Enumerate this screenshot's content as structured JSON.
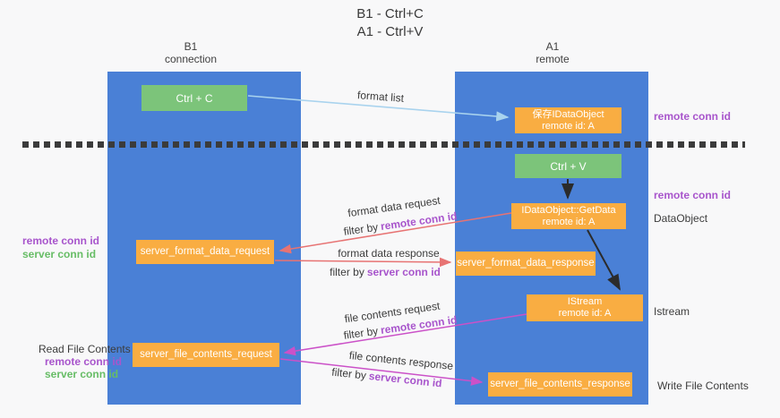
{
  "title": {
    "line1": "B1 - Ctrl+C",
    "line2": "A1 - Ctrl+V"
  },
  "lanes": {
    "left": {
      "name": "B1",
      "role": "connection"
    },
    "right": {
      "name": "A1",
      "role": "remote"
    }
  },
  "nodes": {
    "ctrl_c": {
      "label": "Ctrl + C"
    },
    "ctrl_v": {
      "label": "Ctrl + V"
    },
    "save_dataobject": {
      "line1": "保存IDataObject",
      "line2": "remote id: A"
    },
    "getdata": {
      "line1": "IDataObject::GetData",
      "line2": "remote id: A"
    },
    "istream": {
      "line1": "IStream",
      "line2": "remote id: A"
    },
    "server_format_data_request": {
      "label": "server_format_data_request"
    },
    "server_format_data_response": {
      "label": "server_format_data_response"
    },
    "server_file_contents_request": {
      "label": "server_file_contents_request"
    },
    "server_file_contents_response": {
      "label": "server_file_contents_response"
    }
  },
  "edge_labels": {
    "format_list": "format list",
    "format_data_request": "format data request",
    "format_data_request_filter": {
      "prefix": "filter by",
      "term": "remote conn id"
    },
    "format_data_response": "format data response",
    "format_data_response_filter": {
      "prefix": "filter by",
      "term": "server conn id"
    },
    "file_contents_request": "file contents request",
    "file_contents_request_filter": {
      "prefix": "filter by",
      "term": "remote conn id"
    },
    "file_contents_response": "file contents response",
    "file_contents_response_filter": {
      "prefix": "filter by",
      "term": "server conn id"
    }
  },
  "side_labels": {
    "right_remote_conn_top": "remote conn id",
    "right_remote_conn_mid": "remote conn id",
    "dataobject": "DataObject",
    "istream": "Istream",
    "write_file_contents": "Write File Contents",
    "left_remote_conn_top": "remote conn id",
    "left_server_conn_top": "server conn id",
    "read_file_contents": "Read File Contents",
    "left_remote_conn_bottom": "remote conn id",
    "left_server_conn_bottom": "server conn id"
  },
  "colors": {
    "lane_blue": "#4a80d6",
    "node_orange": "#f9ad42",
    "node_green": "#7cc47a",
    "remote_conn_purple": "#a855cc",
    "server_conn_green": "#67bd66",
    "arrow_light_blue": "#a9d3ee",
    "arrow_red": "#e77373",
    "arrow_magenta": "#cb51c8",
    "arrow_black": "#2b2b2b",
    "background": "#f8f8f9"
  }
}
